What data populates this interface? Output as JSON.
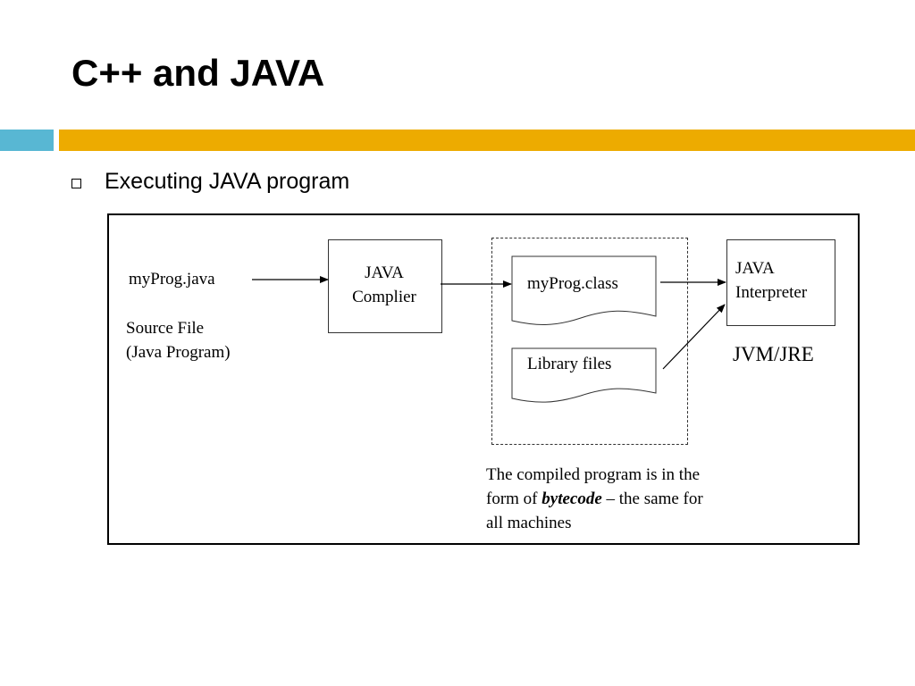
{
  "slide": {
    "title": "C++ and JAVA",
    "bullet": "Executing JAVA program",
    "colors": {
      "accent_blue": "#58b7d3",
      "accent_gold": "#edab00"
    }
  },
  "diagram": {
    "source_name": "myProg.java",
    "source_caption_line1": "Source File",
    "source_caption_line2": "(Java Program)",
    "compiler_line1": "JAVA",
    "compiler_line2": "Complier",
    "class_file": "myProg.class",
    "library_files": "Library files",
    "interpreter_line1": "JAVA",
    "interpreter_line2": "Interpreter",
    "jvm_label": "JVM/JRE",
    "note_line1": "The compiled program is in the",
    "note_line2_pre": "form of ",
    "note_line2_em": "bytecode",
    "note_line2_post": " – the same for",
    "note_line3": "all machines"
  }
}
